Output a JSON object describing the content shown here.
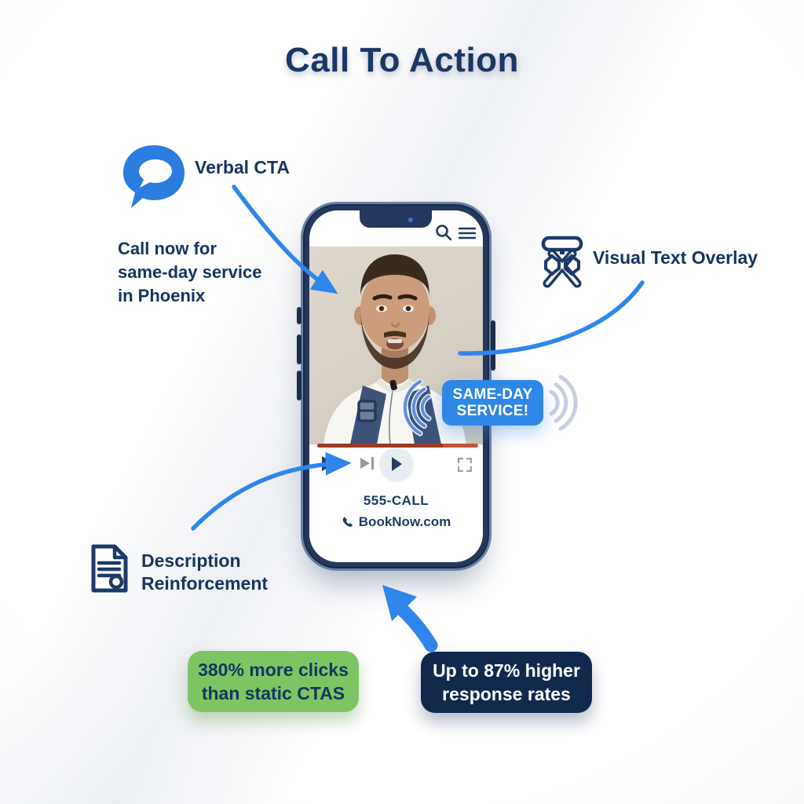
{
  "title": "Call To Action",
  "callouts": {
    "verbal_cta": {
      "label": "Verbal CTA",
      "icon": "speech-bubble-icon"
    },
    "verbal_script": {
      "lines": [
        "Call now for",
        "same-day service",
        "in Phoenix"
      ]
    },
    "visual_overlay": {
      "label": "Visual Text Overlay",
      "icon": "text-overlay-icon"
    },
    "description": {
      "lines": [
        "Description",
        "Reinforcement"
      ],
      "icon": "document-icon"
    }
  },
  "phone": {
    "screen": {
      "nav_icons": [
        "search-icon",
        "menu-icon"
      ],
      "overlay_badge": {
        "lines": [
          "SAME-DAY",
          "SERVICE!"
        ]
      },
      "player": {
        "progress_percent": 78,
        "controls": [
          "play-triangle-icon",
          "skip-next-button",
          "play-button",
          "fullscreen-button"
        ]
      },
      "contact": {
        "phone_number": "555-CALL",
        "website": "BookNow.com",
        "icon": "phone-receiver-icon"
      }
    }
  },
  "stats": {
    "clicks": {
      "lines": [
        "380% more clicks",
        "than static CTAS"
      ]
    },
    "response": {
      "lines": [
        "Up to 87% higher",
        "response rates"
      ]
    }
  },
  "colors": {
    "accent_blue": "#2e86e8",
    "navy_text": "#17335f",
    "badge_blue": "#2f87e8",
    "green_badge": "#7dc563",
    "dark_navy_badge": "#12294e",
    "phone_frame": "#24375c",
    "video_background": "#d9d2c7",
    "progress_red": "#9c3a26"
  }
}
